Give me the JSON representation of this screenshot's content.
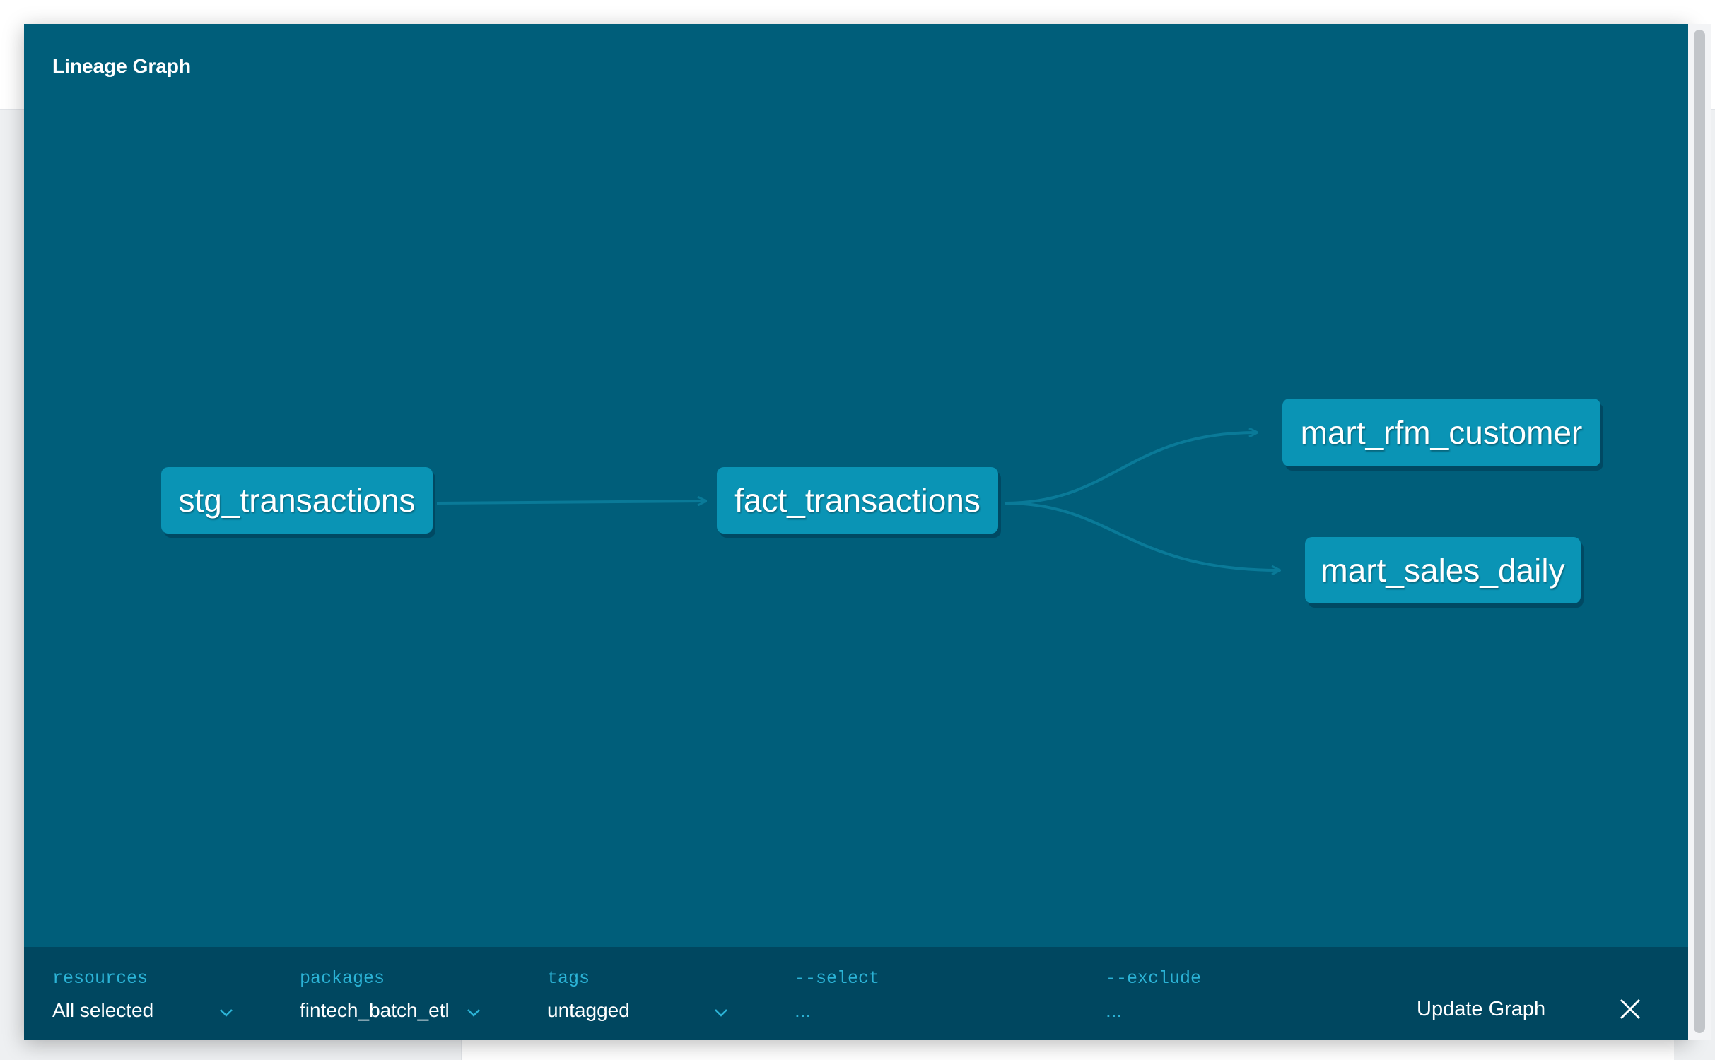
{
  "modal": {
    "title": "Lineage Graph"
  },
  "graph": {
    "nodes": [
      {
        "id": "stg",
        "label": "stg_transactions"
      },
      {
        "id": "fact",
        "label": "fact_transactions"
      },
      {
        "id": "rfm",
        "label": "mart_rfm_customer"
      },
      {
        "id": "sales",
        "label": "mart_sales_daily"
      }
    ],
    "edges": [
      {
        "from": "stg_transactions",
        "to": "fact_transactions"
      },
      {
        "from": "fact_transactions",
        "to": "mart_rfm_customer"
      },
      {
        "from": "fact_transactions",
        "to": "mart_sales_daily"
      }
    ]
  },
  "filters": {
    "resources": {
      "label": "resources",
      "value": "All selected"
    },
    "packages": {
      "label": "packages",
      "value": "fintech_batch_etl"
    },
    "tags": {
      "label": "tags",
      "value": "untagged"
    },
    "select": {
      "label": "--select",
      "placeholder": "..."
    },
    "exclude": {
      "label": "--exclude",
      "placeholder": "..."
    }
  },
  "actions": {
    "update_label": "Update Graph"
  },
  "colors": {
    "modal_bg": "#005e7a",
    "node_bg": "#0a94b5",
    "filterbar_bg": "#004760",
    "accent": "#2bb3d6",
    "edge": "#0a7a98"
  }
}
